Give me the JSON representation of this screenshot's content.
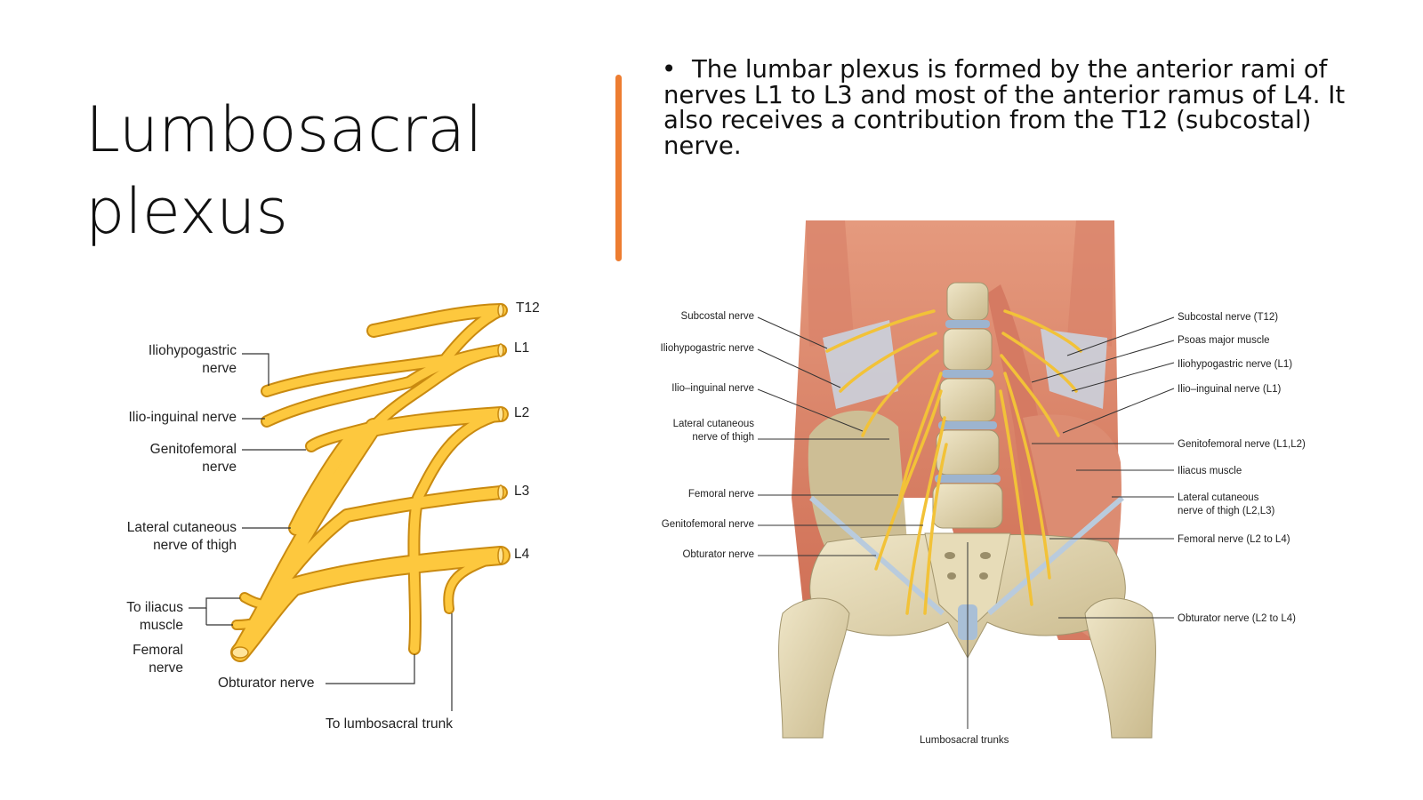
{
  "slide": {
    "title_line1": "Lumbosacral",
    "title_line2": "plexus",
    "bullet_symbol": "•",
    "bullet_text": "The lumbar plexus is formed by the anterior rami of nerves L1 to L3 and most of the anterior ramus of L4. It also receives a contribution from the T12 (subcostal) nerve.",
    "accent_color": "#ED7D31"
  },
  "schematic": {
    "nerve_color": "#FDC83E",
    "roots": [
      "T12",
      "L1",
      "L2",
      "L3",
      "L4"
    ],
    "left_labels": {
      "iliohypogastric_1": "Iliohypogastric",
      "iliohypogastric_2": "nerve",
      "ilioinguinal": "Ilio-inguinal nerve",
      "genitofemoral_1": "Genitofemoral",
      "genitofemoral_2": "nerve",
      "lateral_cutaneous_1": "Lateral cutaneous",
      "lateral_cutaneous_2": "nerve of thigh",
      "iliacus_1": "To iliacus",
      "iliacus_2": "muscle",
      "femoral_1": "Femoral",
      "femoral_2": "nerve",
      "obturator": "Obturator nerve",
      "lumbosacral_trunk": "To lumbosacral trunk"
    }
  },
  "anatomy": {
    "left_labels": [
      "Subcostal nerve",
      "Iliohypogastric nerve",
      "Ilio–inguinal nerve",
      "Lateral cutaneous",
      "nerve of thigh",
      "Femoral nerve",
      "Genitofemoral nerve",
      "Obturator nerve"
    ],
    "right_labels": [
      "Subcostal nerve (T12)",
      "Psoas major muscle",
      "Iliohypogastric nerve (L1)",
      "Ilio–inguinal nerve (L1)",
      "Genitofemoral nerve (L1,L2)",
      "Iliacus muscle",
      "Lateral cutaneous",
      "nerve of thigh (L2,L3)",
      "Femoral nerve (L2 to L4)",
      "Obturator nerve (L2 to L4)"
    ],
    "bottom_label": "Lumbosacral trunks"
  }
}
